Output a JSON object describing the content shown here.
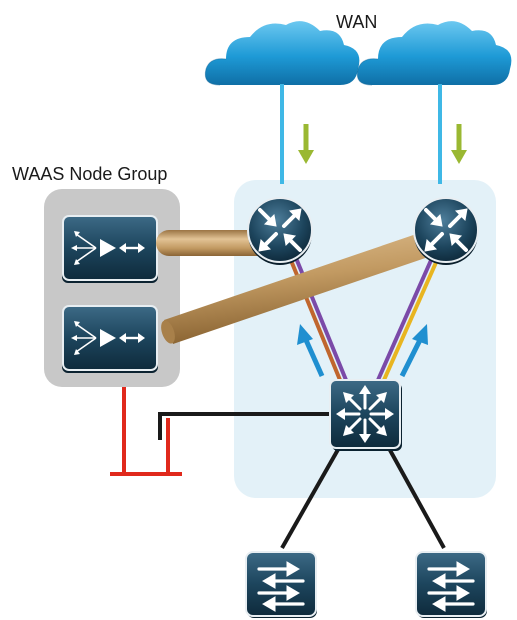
{
  "labels": {
    "wan": "WAN",
    "waas_group": "WAAS Node Group"
  },
  "colors": {
    "cloud": "#1e9ad6",
    "wan_link": "#3fb8e6",
    "traffic_green": "#9ab832",
    "traffic_blue": "#1f8fd0",
    "device_dark": "#163548",
    "zone_fill": "#e3f1f8",
    "waas_group_fill": "#c8c8c8",
    "waas_tunnel": "#c29a62",
    "path_purple": "#7b4aa8",
    "path_orange": "#c0662e",
    "path_yellow": "#e8b520",
    "wire_black": "#1a1a1a",
    "wire_red": "#e0291c"
  },
  "nodes": [
    {
      "id": "cloud-left",
      "kind": "cloud-icon"
    },
    {
      "id": "cloud-right",
      "kind": "cloud-icon"
    },
    {
      "id": "wan-router-left",
      "kind": "router-icon"
    },
    {
      "id": "wan-router-right",
      "kind": "router-icon"
    },
    {
      "id": "waas-appliance-top",
      "kind": "waas-appliance-icon"
    },
    {
      "id": "waas-appliance-bottom",
      "kind": "waas-appliance-icon"
    },
    {
      "id": "distribution-switch",
      "kind": "multilayer-switch-icon"
    },
    {
      "id": "access-switch-left",
      "kind": "switch-icon"
    },
    {
      "id": "access-switch-right",
      "kind": "switch-icon"
    }
  ]
}
